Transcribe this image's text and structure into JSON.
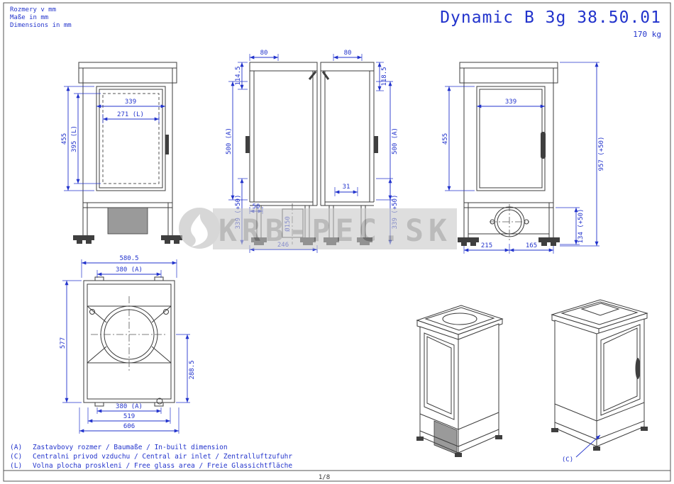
{
  "header": {
    "note_line1": "Rozmery v mm",
    "note_line2": "Maße in mm",
    "note_line3": "Dimensions in mm",
    "title": "Dynamic B 3g 38.50.01",
    "weight": "170 kg"
  },
  "watermark": {
    "text": "KRB-PEC.SK"
  },
  "views": {
    "front_left": {
      "glass_width": "339",
      "free_glass_width": "271 (L)",
      "door_height": "455",
      "free_glass_height": "395 (L)"
    },
    "side_left": {
      "top_offset": "80",
      "top_height": "114.5",
      "opening_height": "500 (A)",
      "base_height": "339 (+50)",
      "front_offset": "50",
      "duct_diameter": "Ø150",
      "depth": "246",
      "rear_gap": "31"
    },
    "side_right": {
      "top_offset": "80",
      "top_height": "118.5",
      "opening_height": "500 (A)",
      "base_height": "339 (+50)"
    },
    "front_right": {
      "glass_width": "339",
      "door_height": "455",
      "total_height": "957 (+50)",
      "plinth_height": "134 (+50)",
      "inlet_offset_left": "215",
      "inlet_offset_right": "165"
    },
    "bottom": {
      "width_overall_top": "580.5",
      "width_inbuilt_top": "380 (A)",
      "depth": "577",
      "depth_half": "288.5",
      "width_inbuilt_bottom": "380 (A)",
      "width_519": "519",
      "width_606": "606"
    },
    "iso": {
      "c_label": "(C)"
    }
  },
  "legend": {
    "items": [
      {
        "key": "(A)",
        "text": "Zastavbovy rozmer / Baumaße / In-built dimension"
      },
      {
        "key": "(C)",
        "text": "Centralni privod vzduchu / Central air inlet / Zentralluftzufuhr"
      },
      {
        "key": "(L)",
        "text": "Volna plocha proskleni / Free glass area / Freie Glassichtfläche"
      }
    ]
  },
  "footer": {
    "page": "1/8"
  },
  "colors": {
    "dimension_blue": "#2233cc",
    "line_dark": "#3c3c3c",
    "watermark_gray": "#c9c9c9"
  }
}
